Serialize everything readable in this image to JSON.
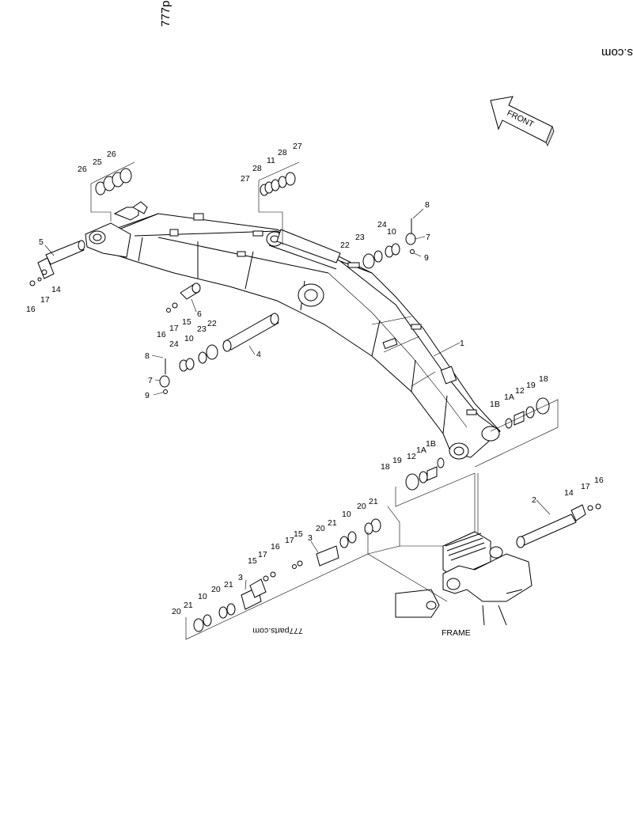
{
  "watermark": {
    "top_left": "777p",
    "top_right": "s.com",
    "bottom": "777parts.com"
  },
  "front_arrow": {
    "label": "FRONT"
  },
  "frame_label": "FRAME",
  "part_labels": {
    "p1": "1",
    "p2": "2",
    "p3a": "3",
    "p3b": "3",
    "p4": "4",
    "p5": "5",
    "p6": "6",
    "p7l": "7",
    "p7r": "7",
    "p8l": "8",
    "p8r": "8",
    "p9l": "9",
    "p9r": "9",
    "p10a": "10",
    "p10b": "10",
    "p10c": "10",
    "p10d": "10",
    "p11": "11",
    "p12a": "12",
    "p12b": "12",
    "p14a": "14",
    "p14b": "14",
    "p15a": "15",
    "p15b": "15",
    "p15c": "15",
    "p16a": "16",
    "p16b": "16",
    "p16c": "16",
    "p16d": "16",
    "p17a": "17",
    "p17b": "17",
    "p17c": "17",
    "p17d": "17",
    "p18a": "18",
    "p18b": "18",
    "p19a": "19",
    "p19b": "19",
    "p20a": "20",
    "p20b": "20",
    "p20c": "20",
    "p20d": "20",
    "p21a": "21",
    "p21b": "21",
    "p21c": "21",
    "p21d": "21",
    "p22a": "22",
    "p22b": "22",
    "p23a": "23",
    "p23b": "23",
    "p24a": "24",
    "p24b": "24",
    "p25": "25",
    "p26a": "26",
    "p26b": "26",
    "p27a": "27",
    "p27b": "27",
    "p28a": "28",
    "p28b": "28",
    "p1Aa": "1A",
    "p1Ab": "1A",
    "p1Ba": "1B",
    "p1Bb": "1B"
  }
}
